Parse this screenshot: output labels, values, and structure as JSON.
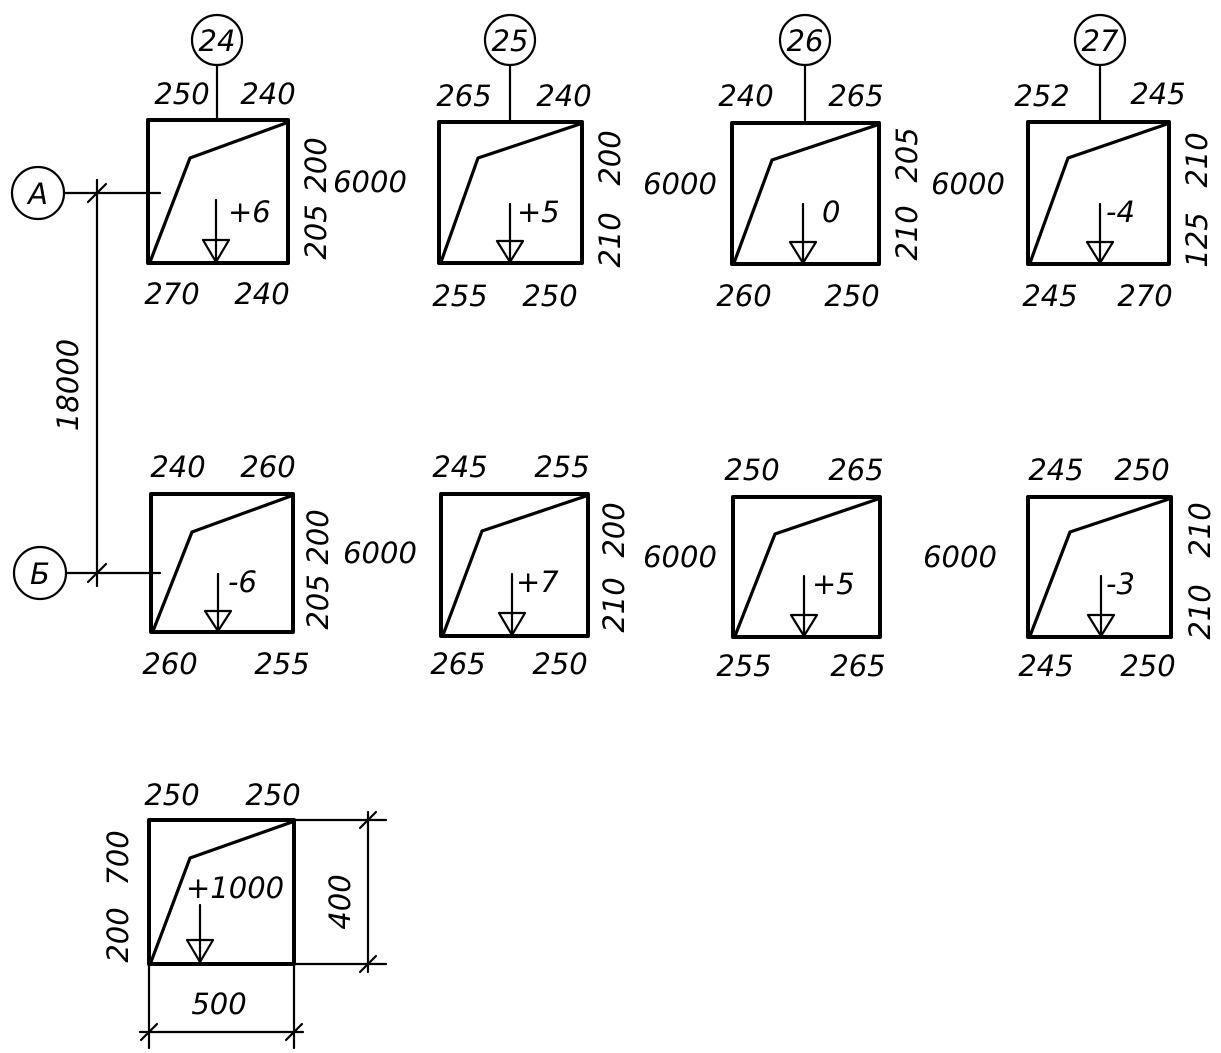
{
  "axes": {
    "columns": [
      "24",
      "25",
      "26",
      "27"
    ],
    "rows": [
      "А",
      "Б"
    ],
    "row_spacing": "18000",
    "column_spacing": "6000"
  },
  "columns": [
    {
      "axis": "24",
      "row": "А",
      "top_left": "250",
      "top_right": "240",
      "bottom_left": "270",
      "bottom_right": "240",
      "right_upper": "200",
      "right_lower": "205",
      "deviation": "+6"
    },
    {
      "axis": "25",
      "row": "А",
      "top_left": "265",
      "top_right": "240",
      "bottom_left": "255",
      "bottom_right": "250",
      "right_upper": "200",
      "right_lower": "210",
      "deviation": "+5"
    },
    {
      "axis": "26",
      "row": "А",
      "top_left": "240",
      "top_right": "265",
      "bottom_left": "260",
      "bottom_right": "250",
      "right_upper": "205",
      "right_lower": "210",
      "deviation": "0"
    },
    {
      "axis": "27",
      "row": "А",
      "top_left": "252",
      "top_right": "245",
      "bottom_left": "245",
      "bottom_right": "270",
      "right_upper": "210",
      "right_lower": "125",
      "deviation": "-4"
    },
    {
      "axis": "24",
      "row": "Б",
      "top_left": "240",
      "top_right": "260",
      "bottom_left": "260",
      "bottom_right": "255",
      "right_upper": "200",
      "right_lower": "205",
      "deviation": "-6"
    },
    {
      "axis": "25",
      "row": "Б",
      "top_left": "245",
      "top_right": "255",
      "bottom_left": "265",
      "bottom_right": "250",
      "right_upper": "200",
      "right_lower": "210",
      "deviation": "+7"
    },
    {
      "axis": "26",
      "row": "Б",
      "top_left": "250",
      "top_right": "265",
      "bottom_left": "255",
      "bottom_right": "265",
      "right_upper": "",
      "right_lower": "",
      "deviation": "+5"
    },
    {
      "axis": "27",
      "row": "Б",
      "top_left": "245",
      "top_right": "250",
      "bottom_left": "245",
      "bottom_right": "250",
      "right_upper": "210",
      "right_lower": "210",
      "deviation": "-3"
    }
  ],
  "legend": {
    "top_left": "250",
    "top_right": "250",
    "left_upper": "700",
    "left_lower": "200",
    "elevation": "+1000",
    "height": "400",
    "width": "500"
  }
}
